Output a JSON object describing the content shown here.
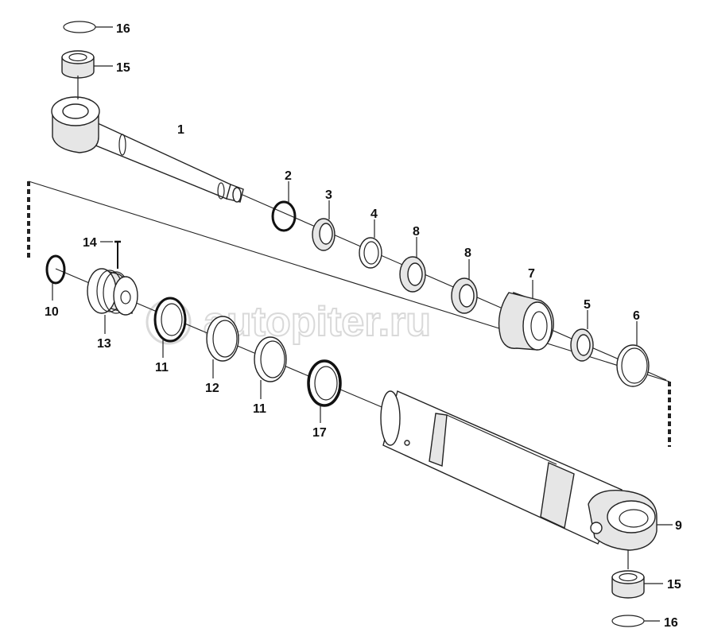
{
  "watermark": "autopiter.ru",
  "labels": {
    "p1": "1",
    "p2": "2",
    "p3": "3",
    "p4": "4",
    "p5": "5",
    "p6": "6",
    "p7": "7",
    "p8a": "8",
    "p8b": "8",
    "p9": "9",
    "p10": "10",
    "p11a": "11",
    "p11b": "11",
    "p12": "12",
    "p13": "13",
    "p14": "14",
    "p15a": "15",
    "p15b": "15",
    "p16a": "16",
    "p16b": "16",
    "p17": "17"
  }
}
